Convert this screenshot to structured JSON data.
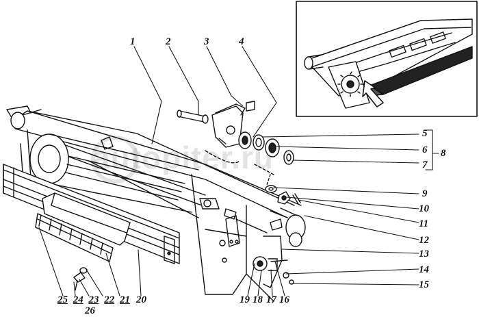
{
  "watermark": "autopiter.ru",
  "callouts": {
    "n1": "1",
    "n2": "2",
    "n3": "3",
    "n4": "4",
    "n5": "5",
    "n6": "6",
    "n7": "7",
    "n8": "8",
    "n9": "9",
    "n10": "10",
    "n11": "11",
    "n12": "12",
    "n13": "13",
    "n14": "14",
    "n15": "15",
    "n16": "16",
    "n17": "17",
    "n18": "18",
    "n19": "19",
    "n20": "20",
    "n21": "21",
    "n22": "22",
    "n23": "23",
    "n24": "24",
    "n25": "25",
    "n26": "26"
  },
  "colors": {
    "line": "#111111",
    "background": "#ffffff",
    "watermark": "#969696"
  }
}
